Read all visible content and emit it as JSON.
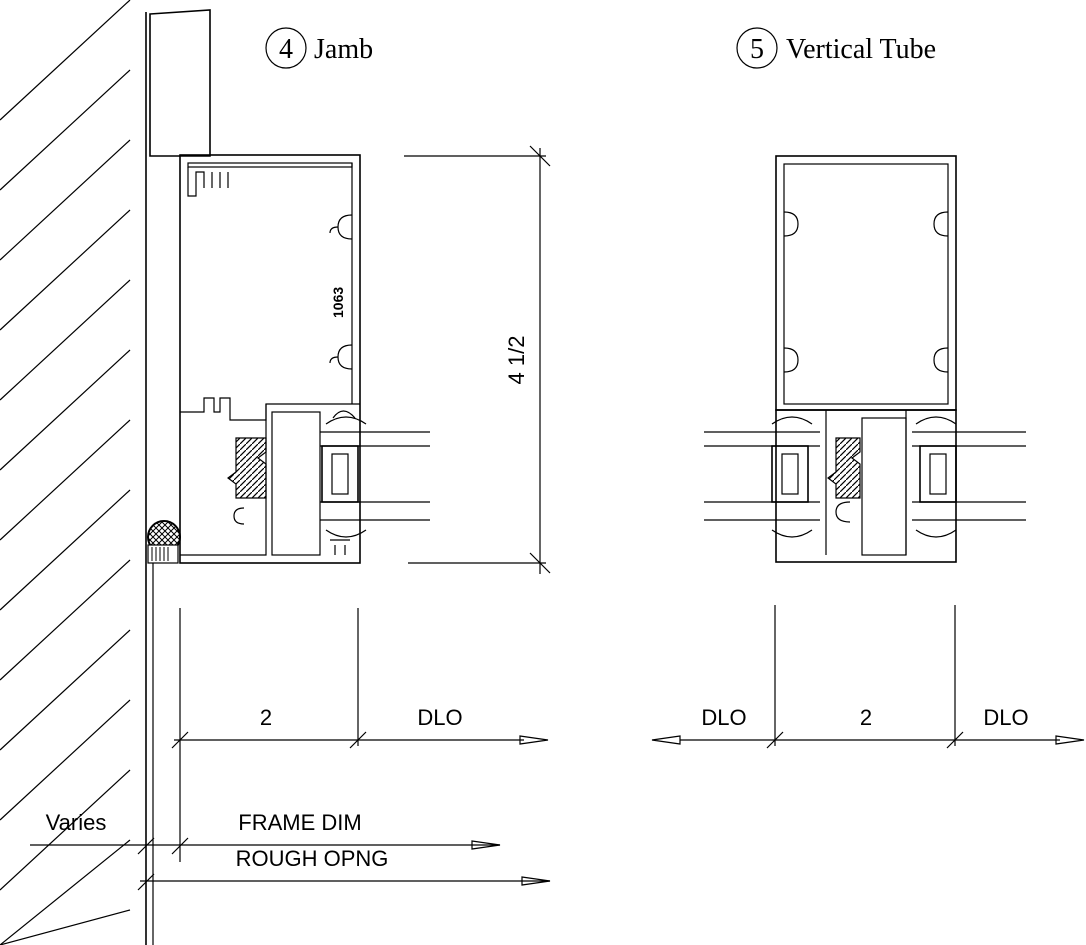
{
  "details": [
    {
      "number": "4",
      "title": "Jamb"
    },
    {
      "number": "5",
      "title": "Vertical Tube"
    }
  ],
  "jamb": {
    "part_number": "1063",
    "height_dim": "4 1/2",
    "width_dim": "2",
    "dlo": "DLO",
    "varies": "Varies",
    "frame_dim": "FRAME DIM",
    "rough_opening": "ROUGH OPNG"
  },
  "vertical_tube": {
    "width_dim": "2",
    "dlo_left": "DLO",
    "dlo_right": "DLO"
  }
}
